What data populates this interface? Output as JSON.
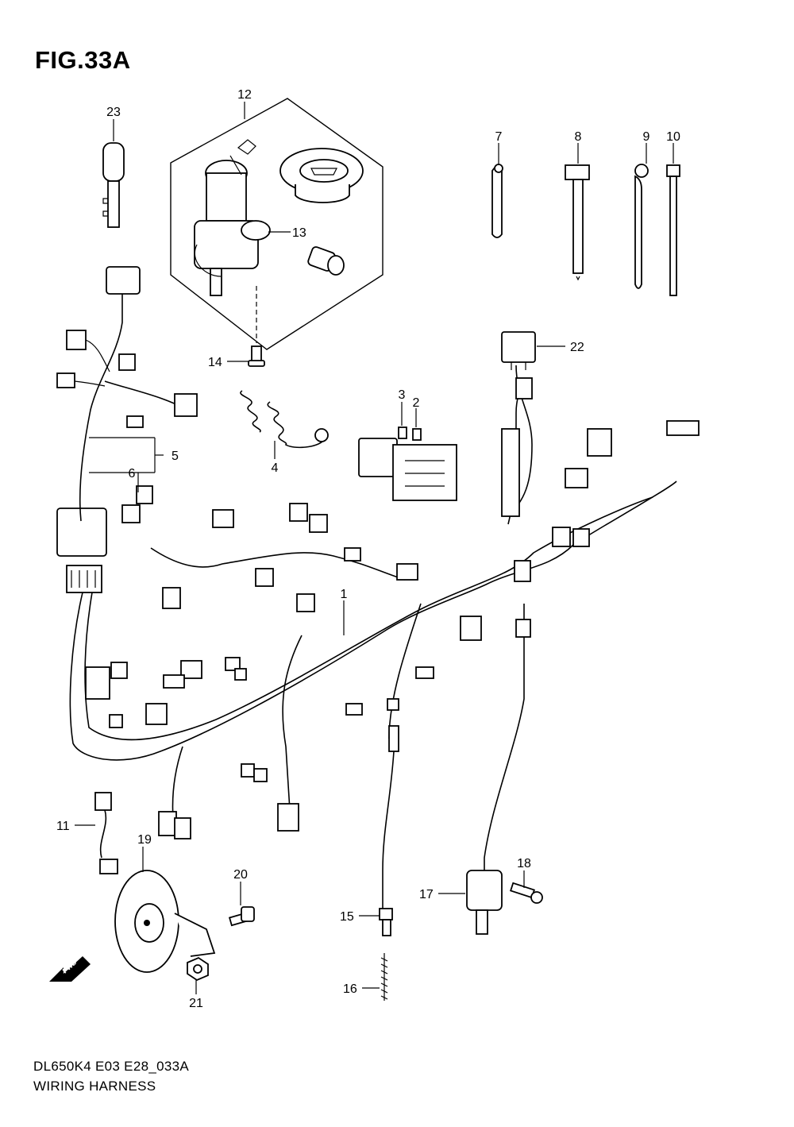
{
  "figure": {
    "title": "FIG.33A",
    "code": "DL650K4 E03 E28_033A",
    "name": "WIRING HARNESS"
  },
  "fwd_label": "FWD",
  "callouts": [
    {
      "id": "c1",
      "label": "1"
    },
    {
      "id": "c2",
      "label": "2"
    },
    {
      "id": "c3",
      "label": "3"
    },
    {
      "id": "c4",
      "label": "4"
    },
    {
      "id": "c5",
      "label": "5"
    },
    {
      "id": "c6",
      "label": "6"
    },
    {
      "id": "c7",
      "label": "7"
    },
    {
      "id": "c8",
      "label": "8"
    },
    {
      "id": "c9",
      "label": "9"
    },
    {
      "id": "c10",
      "label": "10"
    },
    {
      "id": "c11",
      "label": "11"
    },
    {
      "id": "c12",
      "label": "12"
    },
    {
      "id": "c13",
      "label": "13"
    },
    {
      "id": "c14",
      "label": "14"
    },
    {
      "id": "c15",
      "label": "15"
    },
    {
      "id": "c16",
      "label": "16"
    },
    {
      "id": "c17",
      "label": "17"
    },
    {
      "id": "c18",
      "label": "18"
    },
    {
      "id": "c19",
      "label": "19"
    },
    {
      "id": "c20",
      "label": "20"
    },
    {
      "id": "c21",
      "label": "21"
    },
    {
      "id": "c22",
      "label": "22"
    },
    {
      "id": "c23",
      "label": "23"
    }
  ]
}
